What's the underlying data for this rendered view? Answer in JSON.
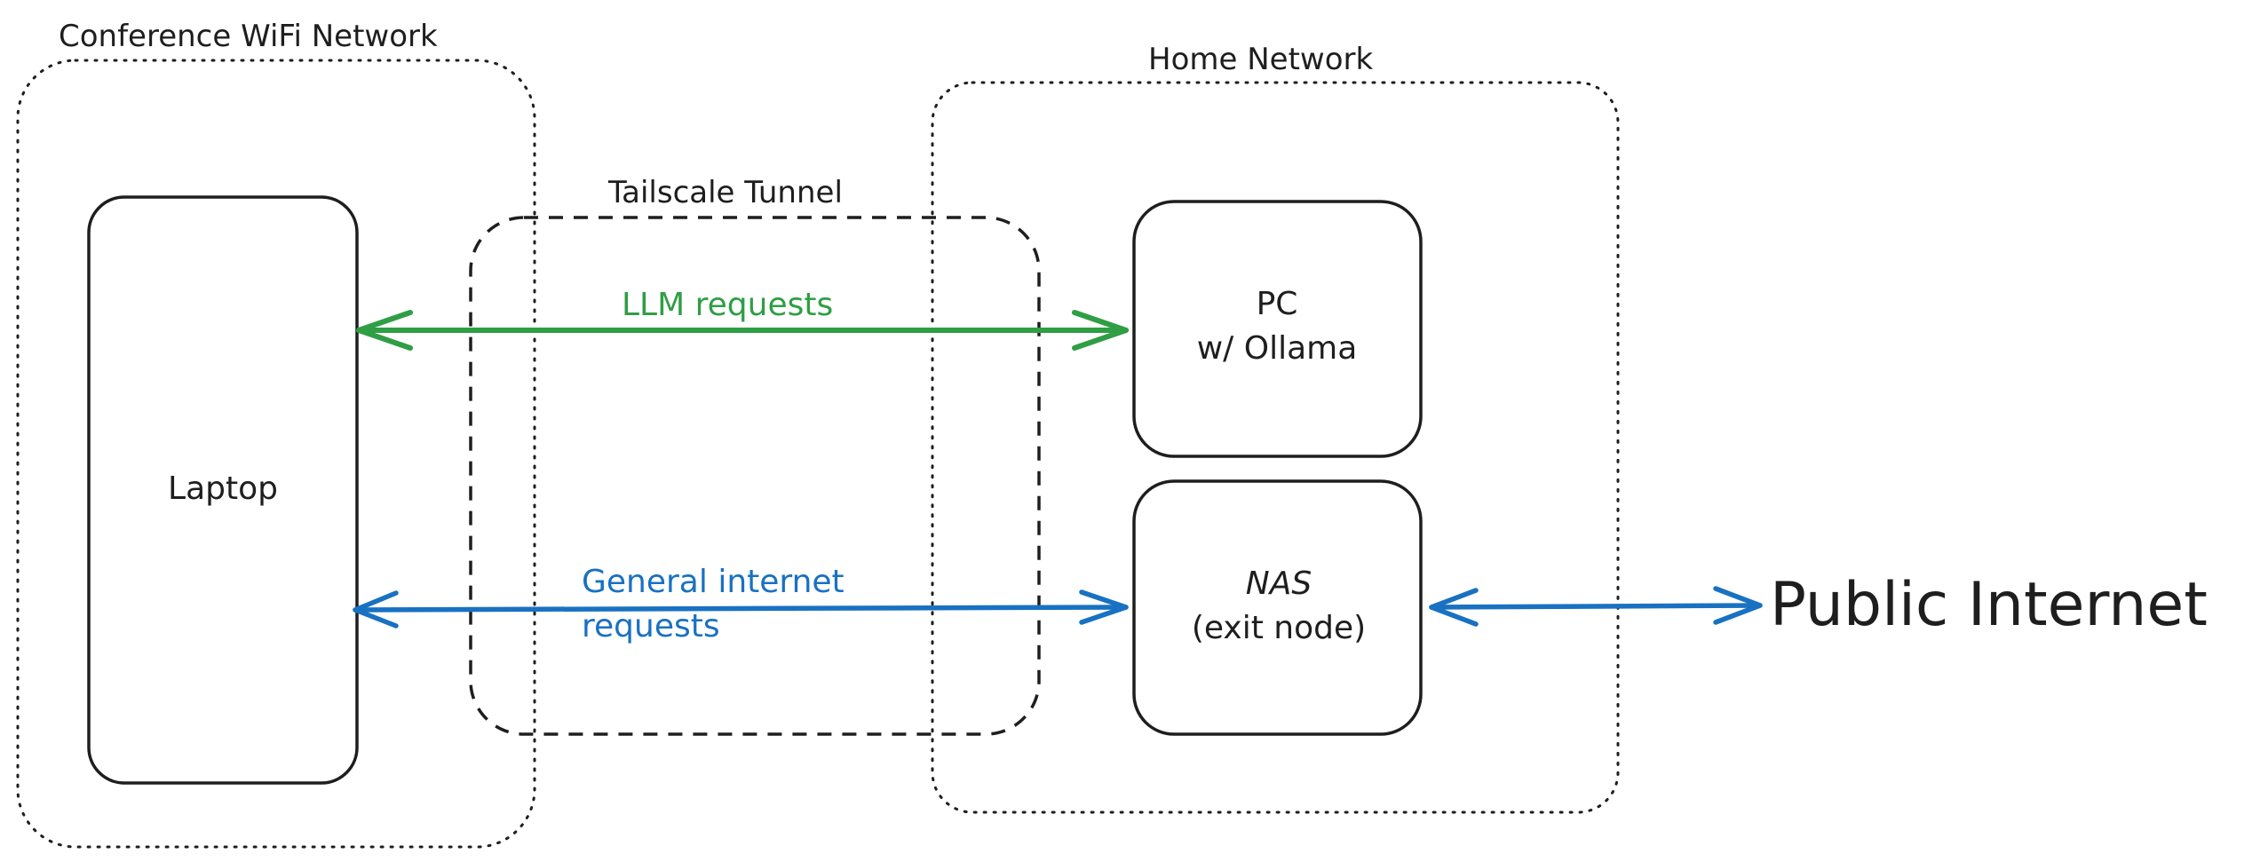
{
  "regions": {
    "conference": "Conference WiFi Network",
    "home": "Home Network",
    "tunnel": "Tailscale Tunnel"
  },
  "nodes": {
    "laptop": "Laptop",
    "pc_line1": "PC",
    "pc_line2": "w/ Ollama",
    "nas_line1": "NAS",
    "nas_line2": "(exit node)",
    "internet": "Public Internet"
  },
  "arrows": {
    "llm": "LLM requests",
    "general_line1": "General internet",
    "general_line2": "requests"
  },
  "colors": {
    "stroke": "#1e1e1e",
    "llm": "#2f9e44",
    "general": "#1971c2"
  }
}
